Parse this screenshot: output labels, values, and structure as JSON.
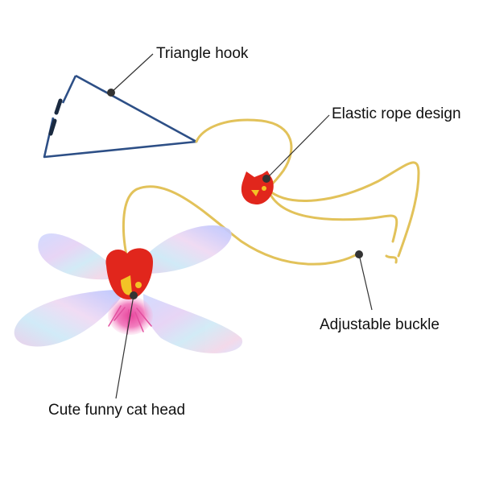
{
  "labels": {
    "triangle_hook": "Triangle hook",
    "elastic_rope": "Elastic rope design",
    "adjustable_buckle": "Adjustable buckle",
    "cat_head": "Cute funny cat head"
  },
  "colors": {
    "background": "#ffffff",
    "rope": "#e2c25a",
    "hook_wire": "#2d4f86",
    "felt_red": "#e1261c",
    "felt_yellow": "#f3c326",
    "feather_pink": "#f06fb5",
    "pointer": "#333333"
  }
}
